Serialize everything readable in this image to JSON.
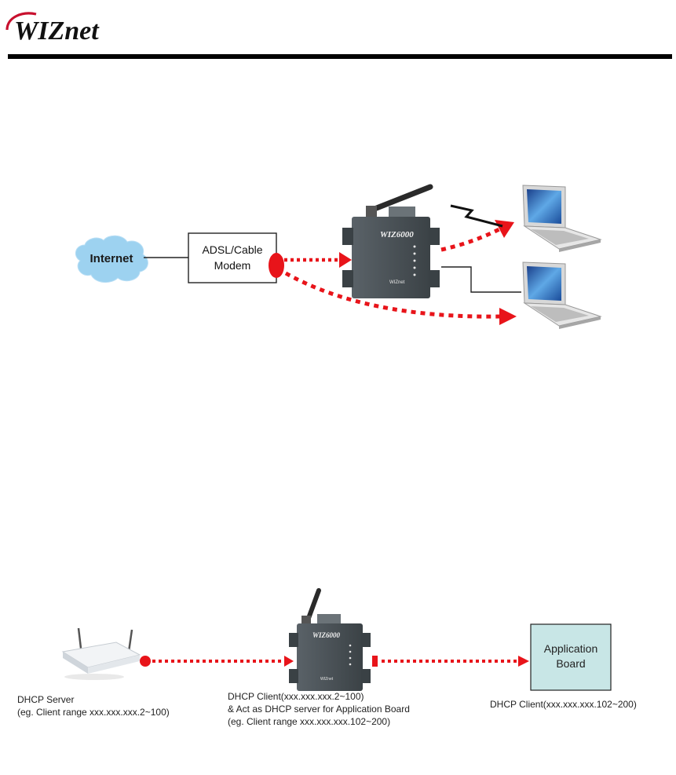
{
  "header": {
    "brand": "WIZnet",
    "accent_color": "#c8102e"
  },
  "diagram_top": {
    "cloud_label": "Internet",
    "modem_line1": "ADSL/Cable",
    "modem_line2": "Modem",
    "device_brand": "WIZ6000",
    "device_vendor": "WIZnet"
  },
  "diagram_bottom": {
    "device_brand": "WIZ6000",
    "device_vendor": "WIZnet",
    "app_board_line1": "Application",
    "app_board_line2": "Board",
    "server_caption_line1": "DHCP Server",
    "server_caption_line2": "(eg. Client range xxx.xxx.xxx.2~100)",
    "client_caption_line1": "DHCP Client(xxx.xxx.xxx.2~100)",
    "client_caption_line2": "& Act as DHCP server for Application Board",
    "client_caption_line3": "(eg. Client range xxx.xxx.xxx.102~200)",
    "board_caption": "DHCP Client(xxx.xxx.xxx.102~200)"
  },
  "colors": {
    "dotted_link": "#e8141a",
    "cloud": "#9dd2f0",
    "app_board_fill": "#c8e6e6",
    "device_body": "#4a5257"
  }
}
